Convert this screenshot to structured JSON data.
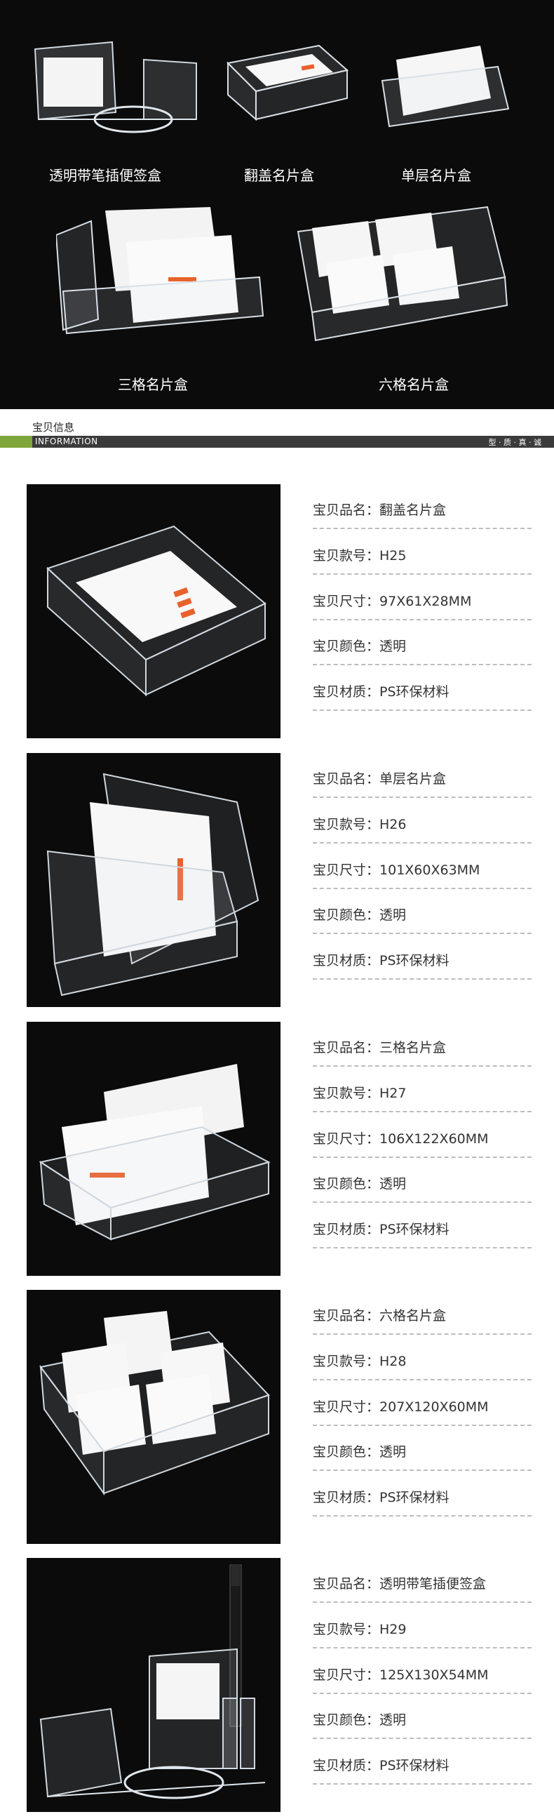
{
  "hero": {
    "captions": [
      "透明带笔插便签盒",
      "翻盖名片盒",
      "单层名片盒",
      "三格名片盒",
      "六格名片盒"
    ]
  },
  "section": {
    "title": "宝贝信息",
    "subtitle": "INFORMATION",
    "motto": "型 · 质 · 真 · 诚"
  },
  "labels": {
    "name": "宝贝品名：",
    "model": "宝贝款号：",
    "size": "宝贝尺寸：",
    "color": "宝贝颜色：",
    "material": "宝贝材质："
  },
  "products": [
    {
      "name": "翻盖名片盒",
      "model": "H25",
      "size": "97X61X28MM",
      "color": "透明",
      "material": "PS环保材料"
    },
    {
      "name": "单层名片盒",
      "model": "H26",
      "size": "101X60X63MM",
      "color": "透明",
      "material": "PS环保材料"
    },
    {
      "name": "三格名片盒",
      "model": "H27",
      "size": "106X122X60MM",
      "color": "透明",
      "material": "PS环保材料"
    },
    {
      "name": "六格名片盒",
      "model": "H28",
      "size": "207X120X60MM",
      "color": "透明",
      "material": "PS环保材料"
    },
    {
      "name": "透明带笔插便签盒",
      "model": "H29",
      "size": "125X130X54MM",
      "color": "透明",
      "material": "PS环保材料"
    }
  ],
  "colors": {
    "background_dark": "#0b0b0b",
    "bar_dark": "#3b3b3b",
    "accent_green": "#7ea63a",
    "card_orange": "#e8622c"
  }
}
